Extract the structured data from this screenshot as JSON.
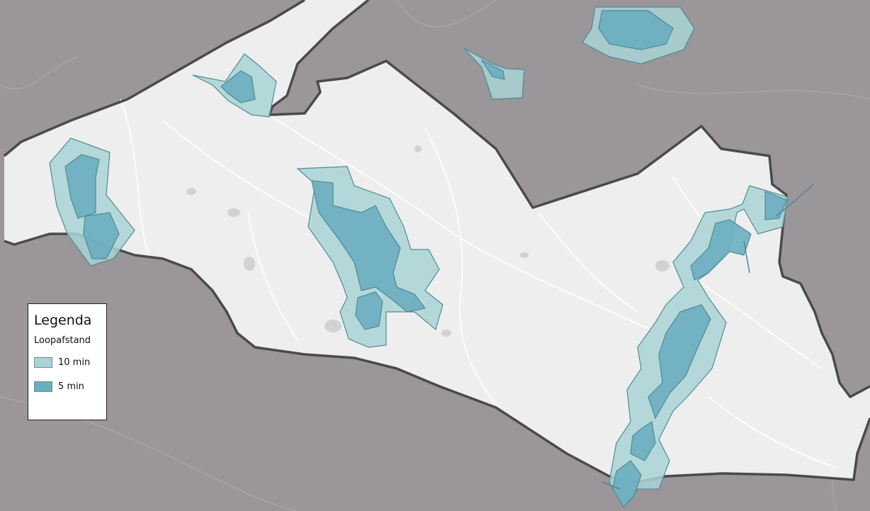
{
  "colors": {
    "outside_area": "#9a9699",
    "municipality_fill": "#eeeeee",
    "boundary_stroke": "#4a4a4a",
    "zone_10min": "#a9d3d5",
    "zone_5min": "#6aaec0",
    "zone_stroke": "#4f8a96",
    "road": "#ffffff"
  },
  "legend": {
    "title": "Legenda",
    "subtitle": "Loopafstand",
    "items": [
      {
        "label": "10 min",
        "color": "#a9d3d5"
      },
      {
        "label": "5 min",
        "color": "#6aaec0"
      }
    ]
  }
}
